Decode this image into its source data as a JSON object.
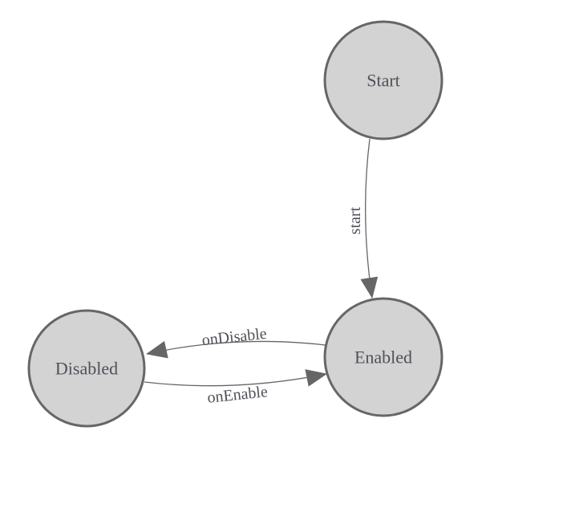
{
  "diagram": {
    "type": "state-machine",
    "colors": {
      "background": "#ffffff",
      "node_fill": "#d3d3d3",
      "node_stroke": "#666666",
      "edge": "#666666",
      "text": "#50505a"
    },
    "nodes": {
      "start": {
        "label": "Start"
      },
      "enabled": {
        "label": "Enabled"
      },
      "disabled": {
        "label": "Disabled"
      }
    },
    "edges": {
      "start_to_enabled": {
        "from": "Start",
        "to": "Enabled",
        "label": "start"
      },
      "enabled_to_disabled": {
        "from": "Enabled",
        "to": "Disabled",
        "label": "onDisable"
      },
      "disabled_to_enabled": {
        "from": "Disabled",
        "to": "Enabled",
        "label": "onEnable"
      }
    }
  }
}
